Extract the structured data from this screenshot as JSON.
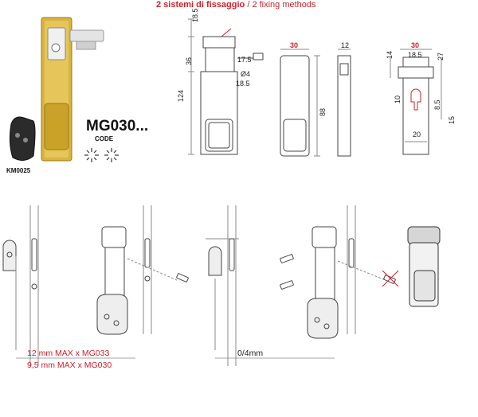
{
  "header": {
    "title_it": "2 sistemi di fissaggio",
    "title_sep": " / ",
    "title_en": "2 fixing methods"
  },
  "product": {
    "model": "MG030...",
    "code_label": "CODE",
    "key_code": "KM0025"
  },
  "dimensions": {
    "d18_5_top": "18.5",
    "d36": "36",
    "d124": "124",
    "d17_5": "17.5",
    "d4": "Ø4",
    "d18_5_low": "18.5",
    "front_width": "30",
    "side_width": "12",
    "height_88": "88",
    "back_width": "30",
    "back_18_5": "18.5",
    "d14": "14",
    "d27": "27",
    "d10": "10",
    "d8_5": "8.5",
    "d15": "15",
    "d20": "20"
  },
  "notes": {
    "max_mg033": "12 mm MAX x MG033",
    "max_mg030": "9,5 mm MAX x MG030",
    "offset": "0/4mm"
  },
  "colors": {
    "accent_red": "#d0202a",
    "gold": "#c9a227",
    "line": "#444444"
  }
}
